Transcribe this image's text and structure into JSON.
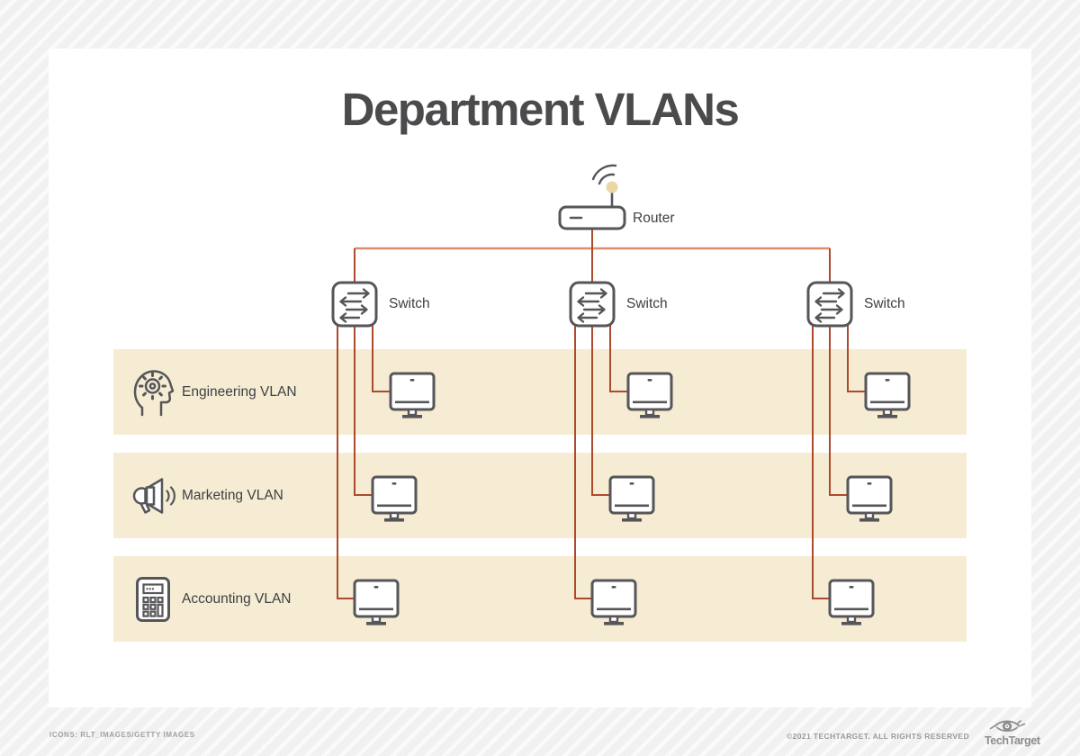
{
  "title": "Department VLANs",
  "router": {
    "label": "Router",
    "icon": "router-icon"
  },
  "switches": [
    {
      "label": "Switch",
      "icon": "switch-icon"
    },
    {
      "label": "Switch",
      "icon": "switch-icon"
    },
    {
      "label": "Switch",
      "icon": "switch-icon"
    }
  ],
  "vlans": [
    {
      "label": "Engineering VLAN",
      "icon": "head-gear-icon",
      "computers": 3
    },
    {
      "label": "Marketing VLAN",
      "icon": "megaphone-icon",
      "computers": 3
    },
    {
      "label": "Accounting VLAN",
      "icon": "calculator-icon",
      "computers": 3
    }
  ],
  "computer_icon": "computer-icon",
  "footer": {
    "credits": "ICONS: RLT_IMAGES/GETTY IMAGES",
    "copyright": "©2021 TECHTARGET. ALL RIGHTS RESERVED",
    "brand": "TechTarget",
    "brand_icon": "techtarget-eye-icon"
  },
  "colors": {
    "band_background": "#f5ecd3",
    "wire_dark_red": "#ae4a2c",
    "wire_salmon": "#dc8e6f",
    "icon_stroke": "#56565a",
    "antenna_dot": "#ebd7a3",
    "title_text": "#4a4b4d",
    "label_text": "#3e3f43"
  }
}
